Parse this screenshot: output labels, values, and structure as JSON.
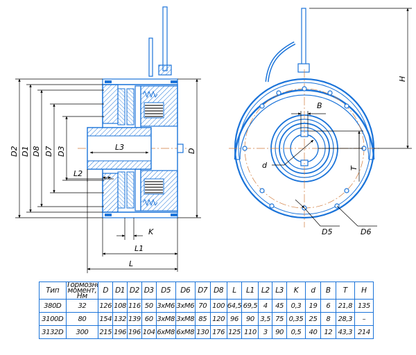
{
  "colors": {
    "accent": "#1a73d9",
    "ink": "#000000",
    "center_line": "#d07a3a"
  },
  "left_view": {
    "labels": {
      "D2": "D2",
      "D1": "D1",
      "D8": "D8",
      "D7": "D7",
      "D3": "D3",
      "L3": "L3",
      "L2": "L2",
      "D": "D",
      "K": "K",
      "L1": "L1",
      "L": "L"
    }
  },
  "right_view": {
    "labels": {
      "B": "B",
      "H": "H",
      "d": "d",
      "T": "T",
      "D5": "D5",
      "D6": "D6"
    }
  },
  "table": {
    "headers": [
      "Тип",
      "Тормозной момент, Нм",
      "D",
      "D1",
      "D2",
      "D3",
      "D5",
      "D6",
      "D7",
      "D8",
      "L",
      "L1",
      "L2",
      "L3",
      "K",
      "d",
      "B",
      "T",
      "H"
    ],
    "rows": [
      [
        "380D",
        "32",
        "126",
        "108",
        "116",
        "50",
        "3хМ6",
        "3хМ6",
        "70",
        "100",
        "64,5",
        "69,5",
        "4",
        "45",
        "0,3",
        "19",
        "6",
        "21,8",
        "135"
      ],
      [
        "3100D",
        "80",
        "154",
        "132",
        "139",
        "60",
        "3хМ8",
        "3хМ8",
        "85",
        "120",
        "96",
        "90",
        "3,5",
        "75",
        "0,35",
        "25",
        "8",
        "28,3",
        "–"
      ],
      [
        "3132D",
        "300",
        "215",
        "196",
        "196",
        "104",
        "6хМ8",
        "6хМ8",
        "130",
        "176",
        "125",
        "110",
        "3",
        "90",
        "0,5",
        "40",
        "12",
        "43,3",
        "214"
      ]
    ]
  }
}
